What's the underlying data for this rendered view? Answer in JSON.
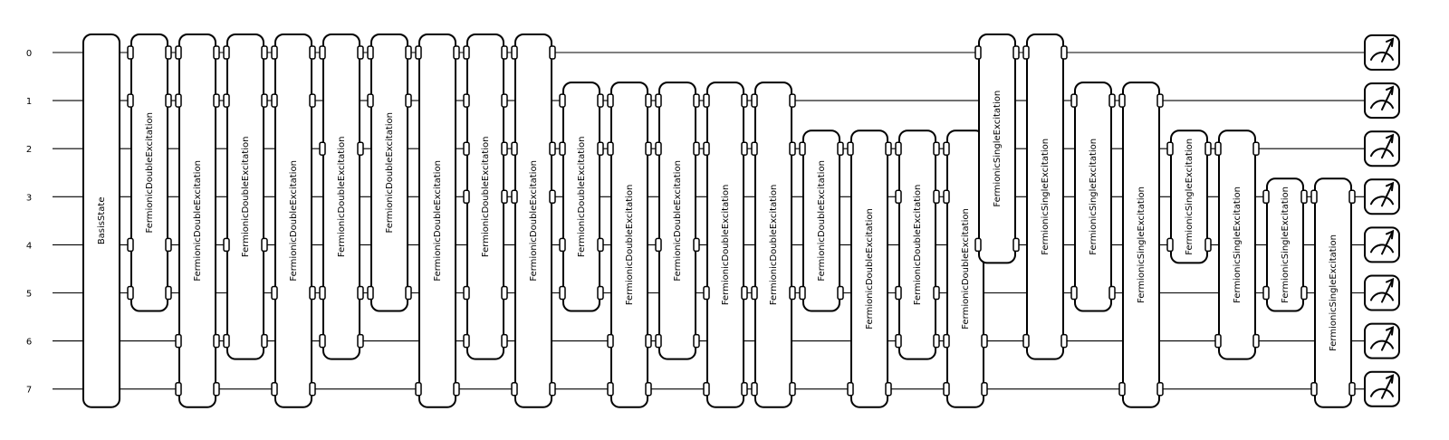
{
  "circuit": {
    "wires": [
      "0",
      "1",
      "2",
      "3",
      "4",
      "5",
      "6",
      "7"
    ],
    "gates": [
      {
        "label": "BasisState",
        "wires": [
          0,
          1,
          2,
          3,
          4,
          5,
          6,
          7
        ]
      },
      {
        "label": "FermionicDoubleExcitation",
        "wires": [
          0,
          1,
          4,
          5
        ]
      },
      {
        "label": "FermionicDoubleExcitation",
        "wires": [
          0,
          1,
          6,
          7
        ]
      },
      {
        "label": "FermionicDoubleExcitation",
        "wires": [
          0,
          1,
          4,
          6
        ]
      },
      {
        "label": "FermionicDoubleExcitation",
        "wires": [
          0,
          1,
          5,
          7
        ]
      },
      {
        "label": "FermionicDoubleExcitation",
        "wires": [
          0,
          2,
          5,
          6
        ]
      },
      {
        "label": "FermionicDoubleExcitation",
        "wires": [
          0,
          1,
          5
        ]
      },
      {
        "label": "FermionicDoubleExcitation",
        "wires": [
          0,
          7
        ]
      },
      {
        "label": "FermionicDoubleExcitation",
        "wires": [
          0,
          1,
          2,
          3,
          5,
          6
        ]
      },
      {
        "label": "FermionicDoubleExcitation",
        "wires": [
          0,
          2,
          3,
          7
        ]
      },
      {
        "label": "FermionicDoubleExcitation",
        "wires": [
          1,
          2,
          4,
          5
        ]
      },
      {
        "label": "FermionicDoubleExcitation",
        "wires": [
          1,
          2,
          6,
          7
        ]
      },
      {
        "label": "FermionicDoubleExcitation",
        "wires": [
          1,
          2,
          4,
          6
        ]
      },
      {
        "label": "FermionicDoubleExcitation",
        "wires": [
          1,
          2,
          5,
          7
        ]
      },
      {
        "label": "FermionicDoubleExcitation",
        "wires": [
          1,
          2,
          5,
          7
        ]
      },
      {
        "label": "FermionicDoubleExcitation",
        "wires": [
          2,
          5
        ]
      },
      {
        "label": "FermionicDoubleExcitation",
        "wires": [
          2,
          7
        ]
      },
      {
        "label": "FermionicDoubleExcitation",
        "wires": [
          2,
          3,
          5,
          6
        ]
      },
      {
        "label": "FermionicDoubleExcitation",
        "wires": [
          2,
          3,
          6,
          7
        ]
      },
      {
        "label": "FermionicSingleExcitation",
        "wires": [
          0,
          4
        ]
      },
      {
        "label": "FermionicSingleExcitation",
        "wires": [
          0,
          6
        ]
      },
      {
        "label": "FermionicSingleExcitation",
        "wires": [
          1,
          5
        ]
      },
      {
        "label": "FermionicSingleExcitation",
        "wires": [
          1,
          7
        ]
      },
      {
        "label": "FermionicSingleExcitation",
        "wires": [
          2,
          4
        ]
      },
      {
        "label": "FermionicSingleExcitation",
        "wires": [
          2,
          6
        ]
      },
      {
        "label": "FermionicSingleExcitation",
        "wires": [
          3,
          5
        ]
      },
      {
        "label": "FermionicSingleExcitation",
        "wires": [
          3,
          7
        ]
      }
    ],
    "measurement_icon": "measure-meter-icon"
  }
}
